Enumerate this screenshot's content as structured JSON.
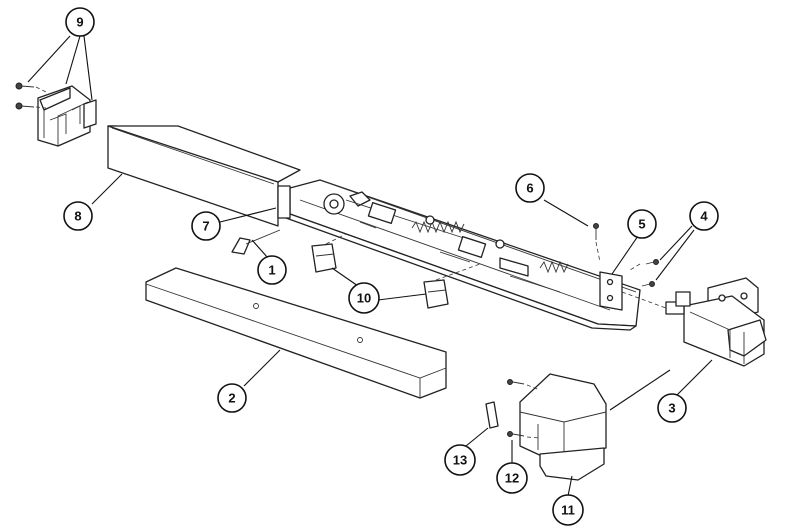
{
  "callouts": [
    {
      "id": "c9",
      "label": "9"
    },
    {
      "id": "c8",
      "label": "8"
    },
    {
      "id": "c7",
      "label": "7"
    },
    {
      "id": "c1",
      "label": "1"
    },
    {
      "id": "c6",
      "label": "6"
    },
    {
      "id": "c5",
      "label": "5"
    },
    {
      "id": "c4",
      "label": "4"
    },
    {
      "id": "c10",
      "label": "10"
    },
    {
      "id": "c2",
      "label": "2"
    },
    {
      "id": "c3",
      "label": "3"
    },
    {
      "id": "c13",
      "label": "13"
    },
    {
      "id": "c12",
      "label": "12"
    },
    {
      "id": "c11",
      "label": "11"
    }
  ]
}
